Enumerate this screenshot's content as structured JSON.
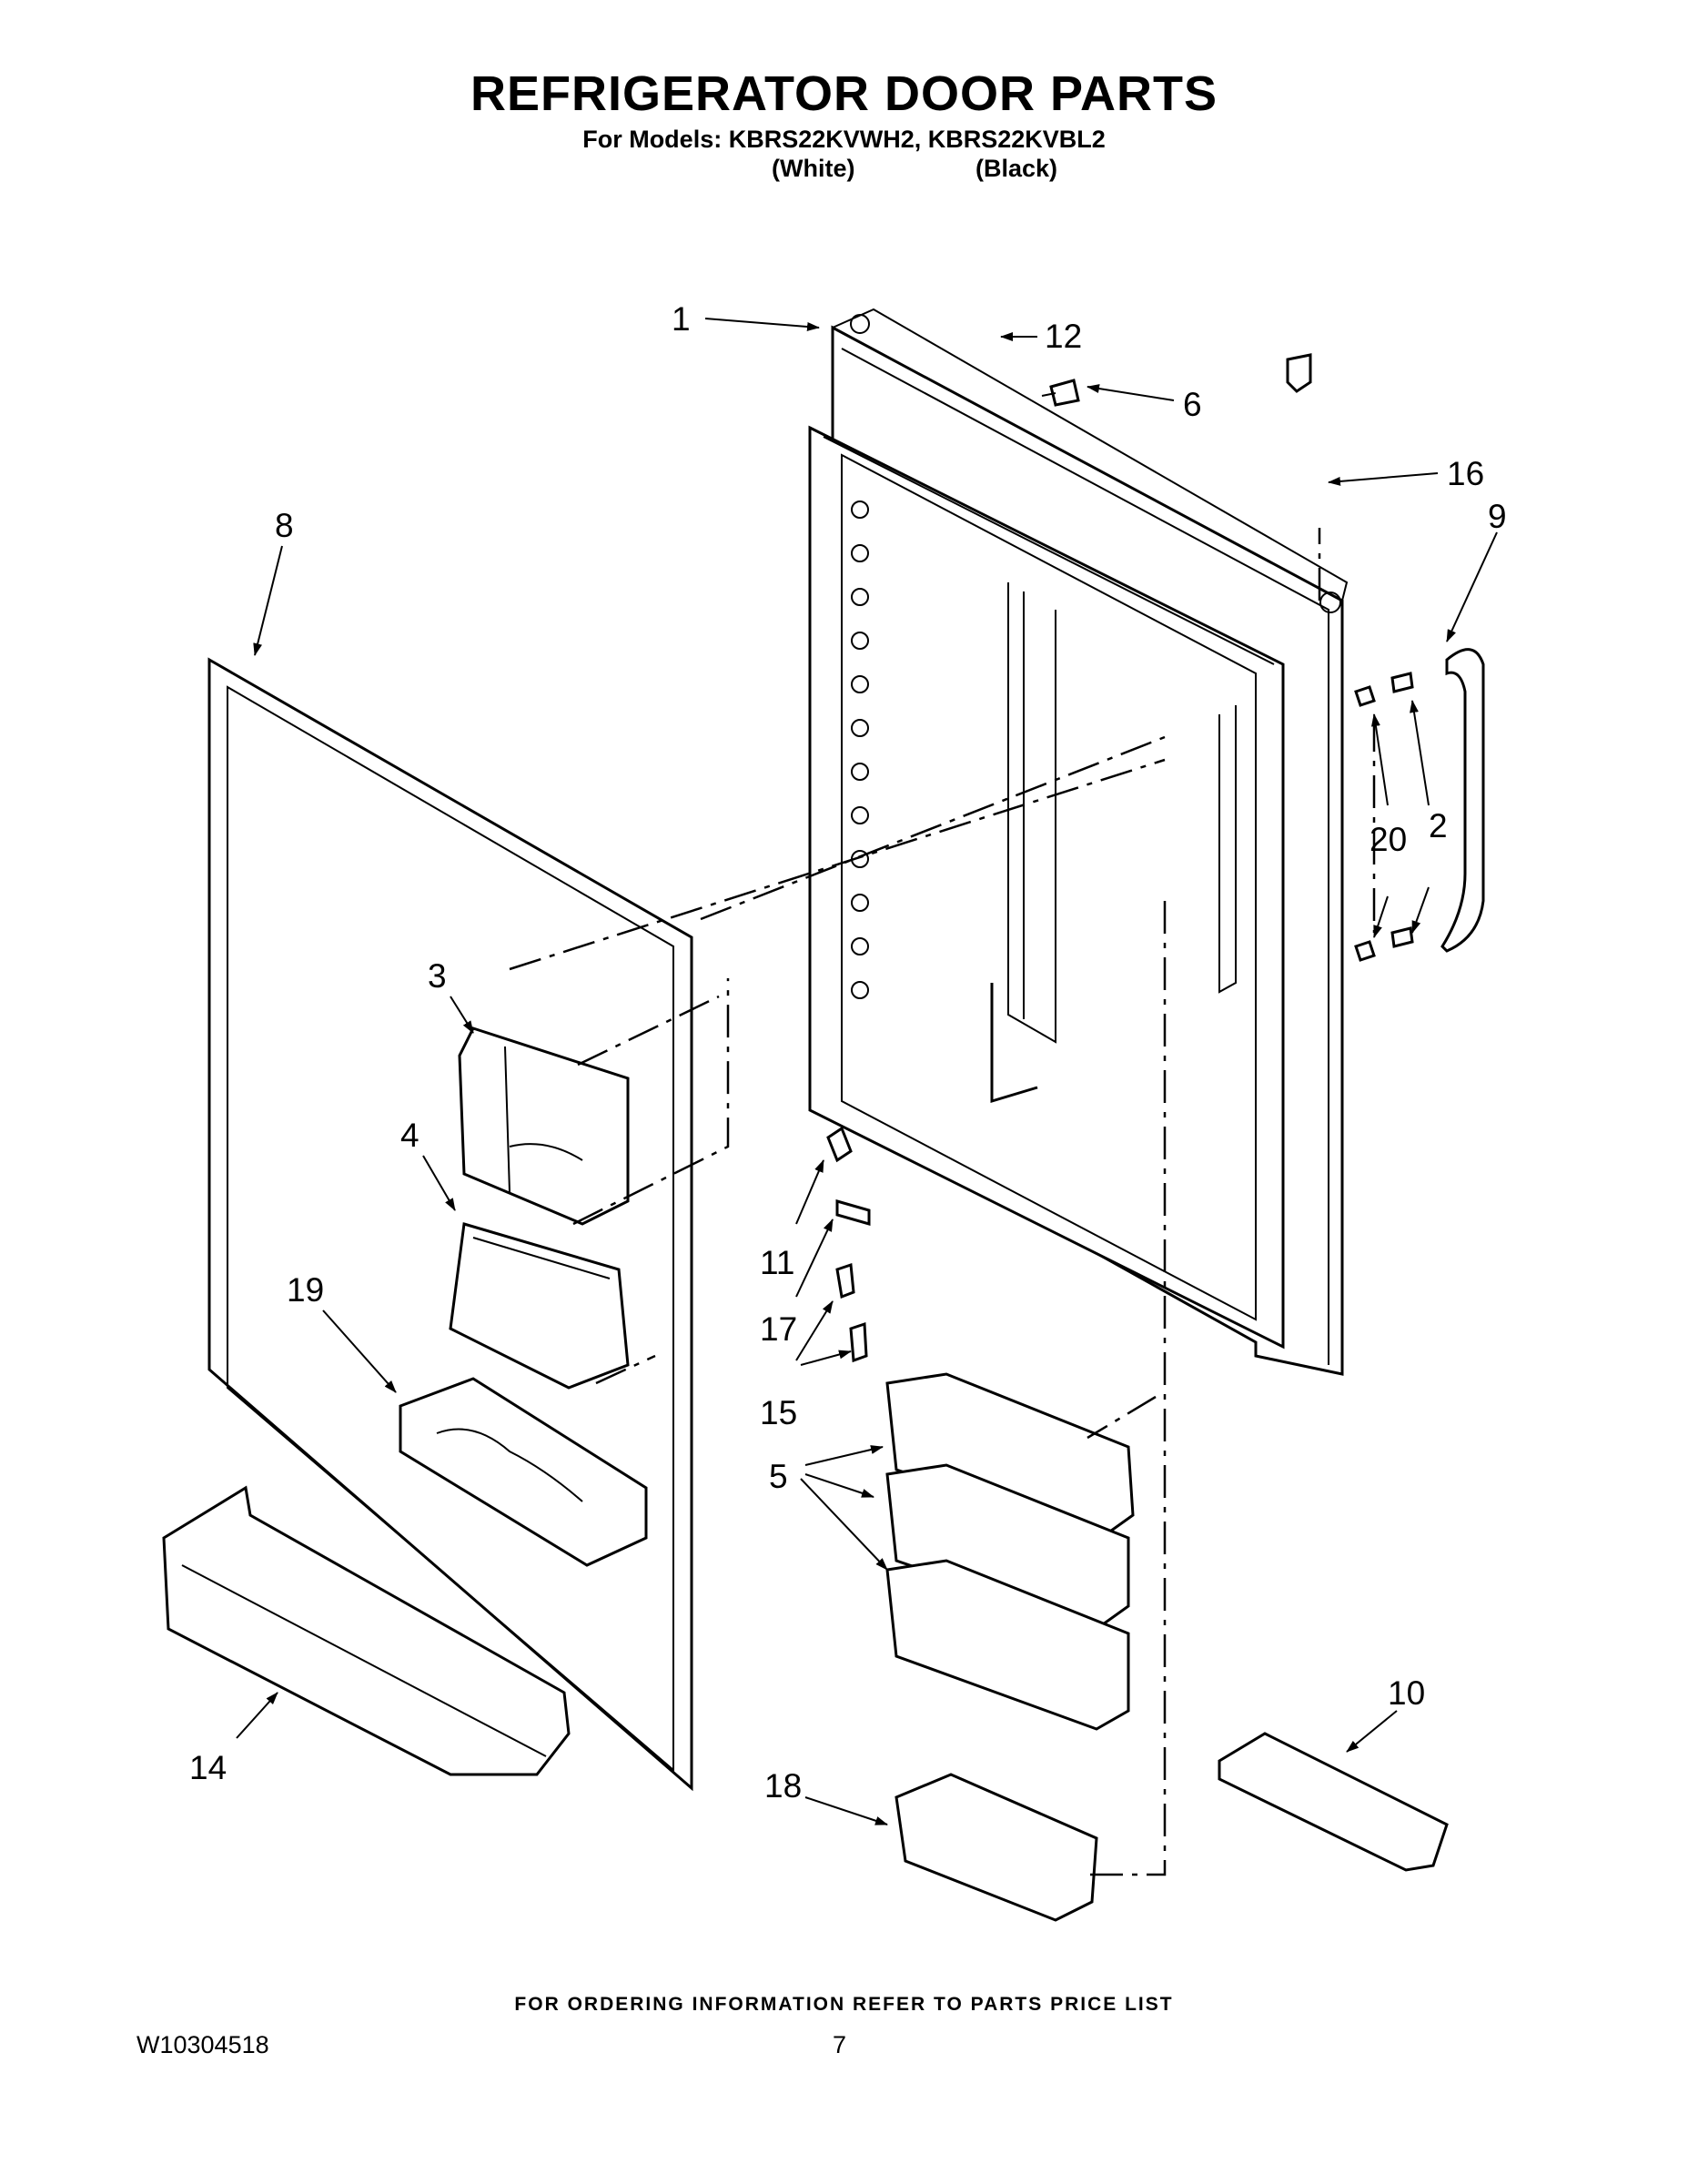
{
  "header": {
    "title": "REFRIGERATOR DOOR PARTS",
    "models_line": "For Models: KBRS22KVWH2, KBRS22KVBL2",
    "variant_white": "(White)",
    "variant_black": "(Black)"
  },
  "callouts": {
    "c1": "1",
    "c2": "2",
    "c3": "3",
    "c4": "4",
    "c5": "5",
    "c6": "6",
    "c8": "8",
    "c9": "9",
    "c10": "10",
    "c11": "11",
    "c12": "12",
    "c14": "14",
    "c15": "15",
    "c16": "16",
    "c17": "17",
    "c18": "18",
    "c19": "19",
    "c20": "20"
  },
  "footer": {
    "ordering_note": "FOR ORDERING INFORMATION REFER TO PARTS PRICE LIST",
    "document_number": "W10304518",
    "page_number": "7"
  }
}
